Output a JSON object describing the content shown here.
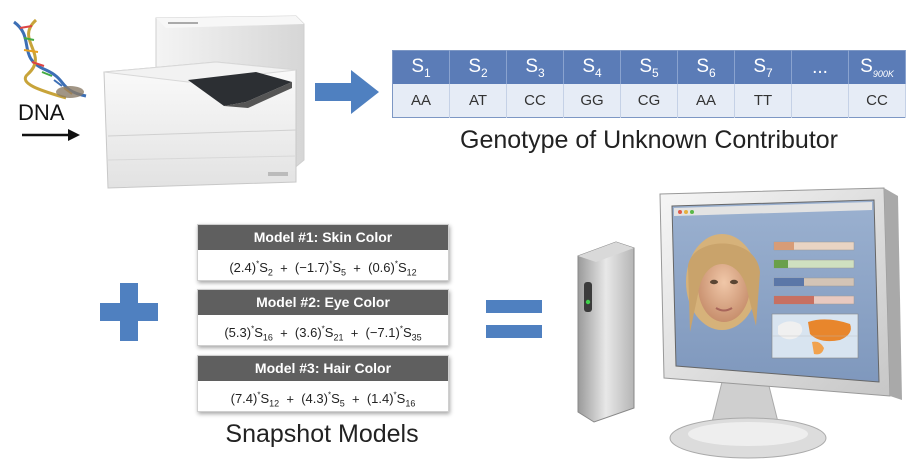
{
  "dna": {
    "label": "DNA"
  },
  "genotype": {
    "headers": [
      {
        "base": "S",
        "sub": "1"
      },
      {
        "base": "S",
        "sub": "2"
      },
      {
        "base": "S",
        "sub": "3"
      },
      {
        "base": "S",
        "sub": "4"
      },
      {
        "base": "S",
        "sub": "5"
      },
      {
        "base": "S",
        "sub": "6"
      },
      {
        "base": "S",
        "sub": "7"
      },
      {
        "base": "...",
        "sub": ""
      },
      {
        "base": "S",
        "sub": "900K"
      }
    ],
    "values": [
      "AA",
      "AT",
      "CC",
      "GG",
      "CG",
      "AA",
      "TT",
      "",
      "CC"
    ],
    "caption": "Genotype of Unknown Contributor"
  },
  "models": [
    {
      "title": "Model #1: Skin Color",
      "terms": [
        {
          "coef": "(2.4)",
          "sub": "2"
        },
        {
          "coef": "(−1.7)",
          "sub": "5"
        },
        {
          "coef": "(0.6)",
          "sub": "12"
        }
      ]
    },
    {
      "title": "Model #2: Eye Color",
      "terms": [
        {
          "coef": "(5.3)",
          "sub": "16"
        },
        {
          "coef": "(3.6)",
          "sub": "21"
        },
        {
          "coef": "(−7.1)",
          "sub": "35"
        }
      ]
    },
    {
      "title": "Model #3: Hair Color",
      "terms": [
        {
          "coef": "(7.4)",
          "sub": "12"
        },
        {
          "coef": "(4.3)",
          "sub": "5"
        },
        {
          "coef": "(1.4)",
          "sub": "16"
        }
      ]
    }
  ],
  "models_caption": "Snapshot Models",
  "term_symbol": "S",
  "operator": "+",
  "multiplier": "*",
  "colors": {
    "accent_blue": "#4f80c0",
    "table_header": "#5b7cb7",
    "table_row": "#e6ecf6",
    "model_header": "#5f5f5f"
  },
  "icons": {
    "dna": "dna-helix-icon",
    "arrow": "right-arrow-icon",
    "plus": "plus-icon",
    "equals": "equals-icon",
    "sequencer": "sequencer-machine-icon",
    "computer": "computer-monitor-icon"
  }
}
